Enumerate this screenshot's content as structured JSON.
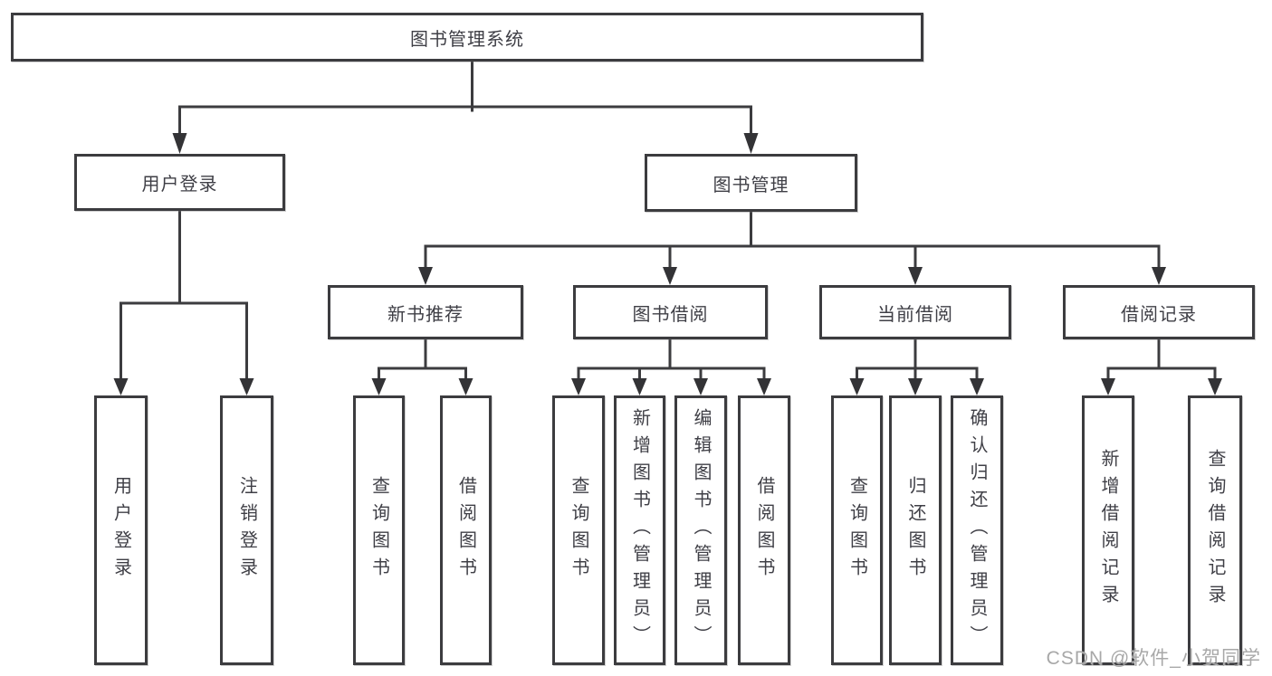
{
  "diagram": {
    "title": "图书管理系统",
    "root": "图书管理系统",
    "branches": [
      {
        "label": "用户登录",
        "children": [
          "用户登录",
          "注销登录"
        ]
      },
      {
        "label": "图书管理",
        "children": [
          {
            "label": "新书推荐",
            "children": [
              "查询图书",
              "借阅图书"
            ]
          },
          {
            "label": "图书借阅",
            "children": [
              "查询图书",
              "新增图书（管理员）",
              "编辑图书（管理员）",
              "借阅图书"
            ]
          },
          {
            "label": "当前借阅",
            "children": [
              "查询图书",
              "归还图书",
              "确认归还（管理员）"
            ]
          },
          {
            "label": "借阅记录",
            "children": [
              "新增借阅记录",
              "查询借阅记录"
            ]
          }
        ]
      }
    ]
  },
  "colors": {
    "line": "#3c3c3f",
    "text": "#3f3f46",
    "background": "#ffffff",
    "watermark_text_color": "#a8a8a8"
  },
  "watermark": {
    "text": "CSDN @软件_小贺同学"
  }
}
